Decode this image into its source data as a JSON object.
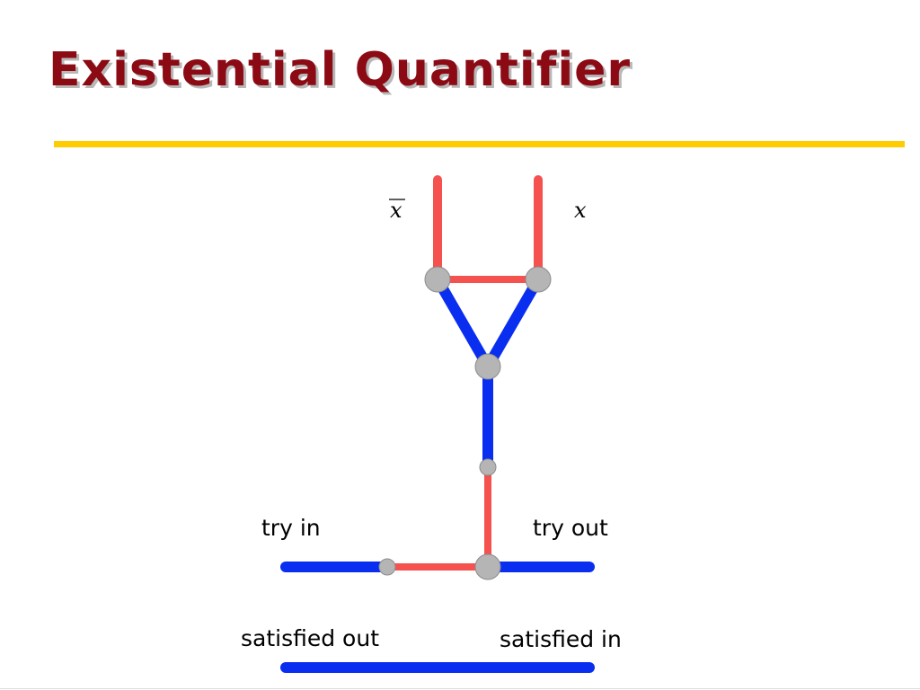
{
  "slide": {
    "title": "Existential Quantifier"
  },
  "diagram": {
    "labels": {
      "x_bar": "x",
      "x": "x",
      "try_in": "try in",
      "try_out": "try out",
      "satisfied_out": "satisfied out",
      "satisfied_in": "satisfied in"
    },
    "colors": {
      "red_edge": "#F4514F",
      "blue_edge": "#0A2EF0",
      "node_fill": "#B5B5B5",
      "node_stroke": "#8C8C8C",
      "title": "#8B0A14",
      "rule": "#FFCC00"
    }
  }
}
